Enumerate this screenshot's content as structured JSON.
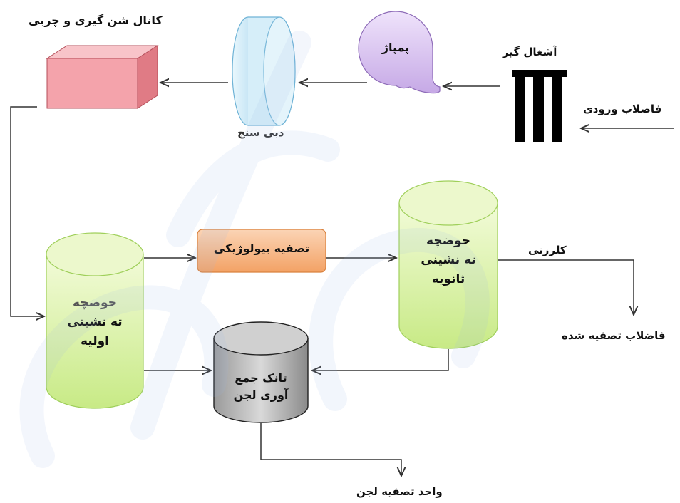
{
  "diagram": {
    "labels": {
      "grit_channel": "کانال شن گیری و چربی",
      "pump": "پمپاژ",
      "screen": "آشغال گیر",
      "influent": "فاضلاب ورودی",
      "flow_meter": "دبی سنج",
      "biological": "تصفیه بیولوژیکی",
      "secondary_line1": "حوضچه",
      "secondary_line2": "ته نشینی",
      "secondary_line3": "ثانویه",
      "primary_line1": "حوضچه",
      "primary_line2": "ته نشینی",
      "primary_line3": "اولیه",
      "sludge_tank_line1": "تانک جمع",
      "sludge_tank_line2": "آوری لجن",
      "chlorination": "کلرزنی",
      "treated": "فاضلاب تصفیه شده",
      "sludge_unit": "واحد تصفیه لجن"
    },
    "colors": {
      "line": "#333333",
      "box_front": "#f4a3ab",
      "box_top": "#f8c4c9",
      "box_side": "#e07b85",
      "flow_meter": "#cfe9f5",
      "pump": "#dcc7ef",
      "screen": "#000000",
      "bio_box": "#f6b183",
      "green_tank": "#d9f2a6",
      "grey_tank": "#b8b8b8",
      "watermark": "#9db8e8"
    },
    "icons": [
      "bar-screen-icon",
      "pump-icon",
      "flow-meter-icon",
      "grit-channel-box-icon"
    ]
  }
}
